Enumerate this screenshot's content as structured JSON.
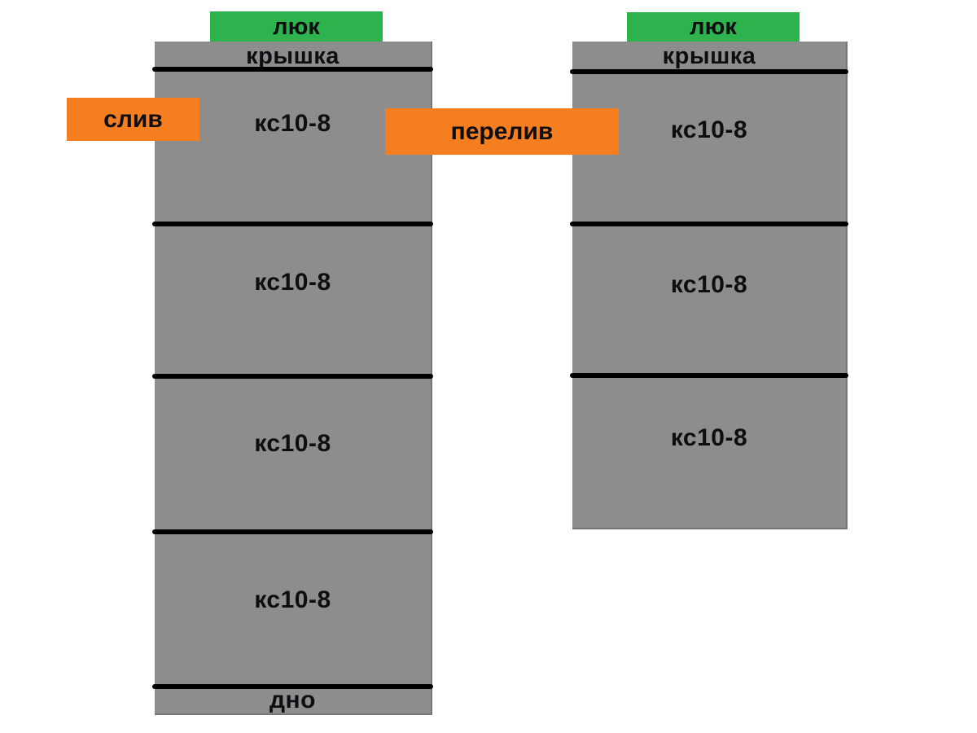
{
  "diagram": {
    "title": "Septic well sections from concrete rings",
    "colors": {
      "page_bg": "#ffffff",
      "concrete": "#8d8d8d",
      "concrete_edge": "#767676",
      "hatch_green": "#2db34d",
      "pipe_orange": "#f57e20",
      "line_black": "#000000",
      "text_black": "#0d0d12"
    },
    "left_well": {
      "hatch_label": "люк",
      "cover_label": "крышка",
      "rings": [
        "кс10-8",
        "кс10-8",
        "кс10-8",
        "кс10-8"
      ],
      "bottom_label": "дно"
    },
    "right_well": {
      "hatch_label": "люк",
      "cover_label": "крышка",
      "rings": [
        "кс10-8",
        "кс10-8",
        "кс10-8"
      ]
    },
    "callouts": {
      "drain_label": "слив",
      "overflow_label": "перелив"
    }
  }
}
